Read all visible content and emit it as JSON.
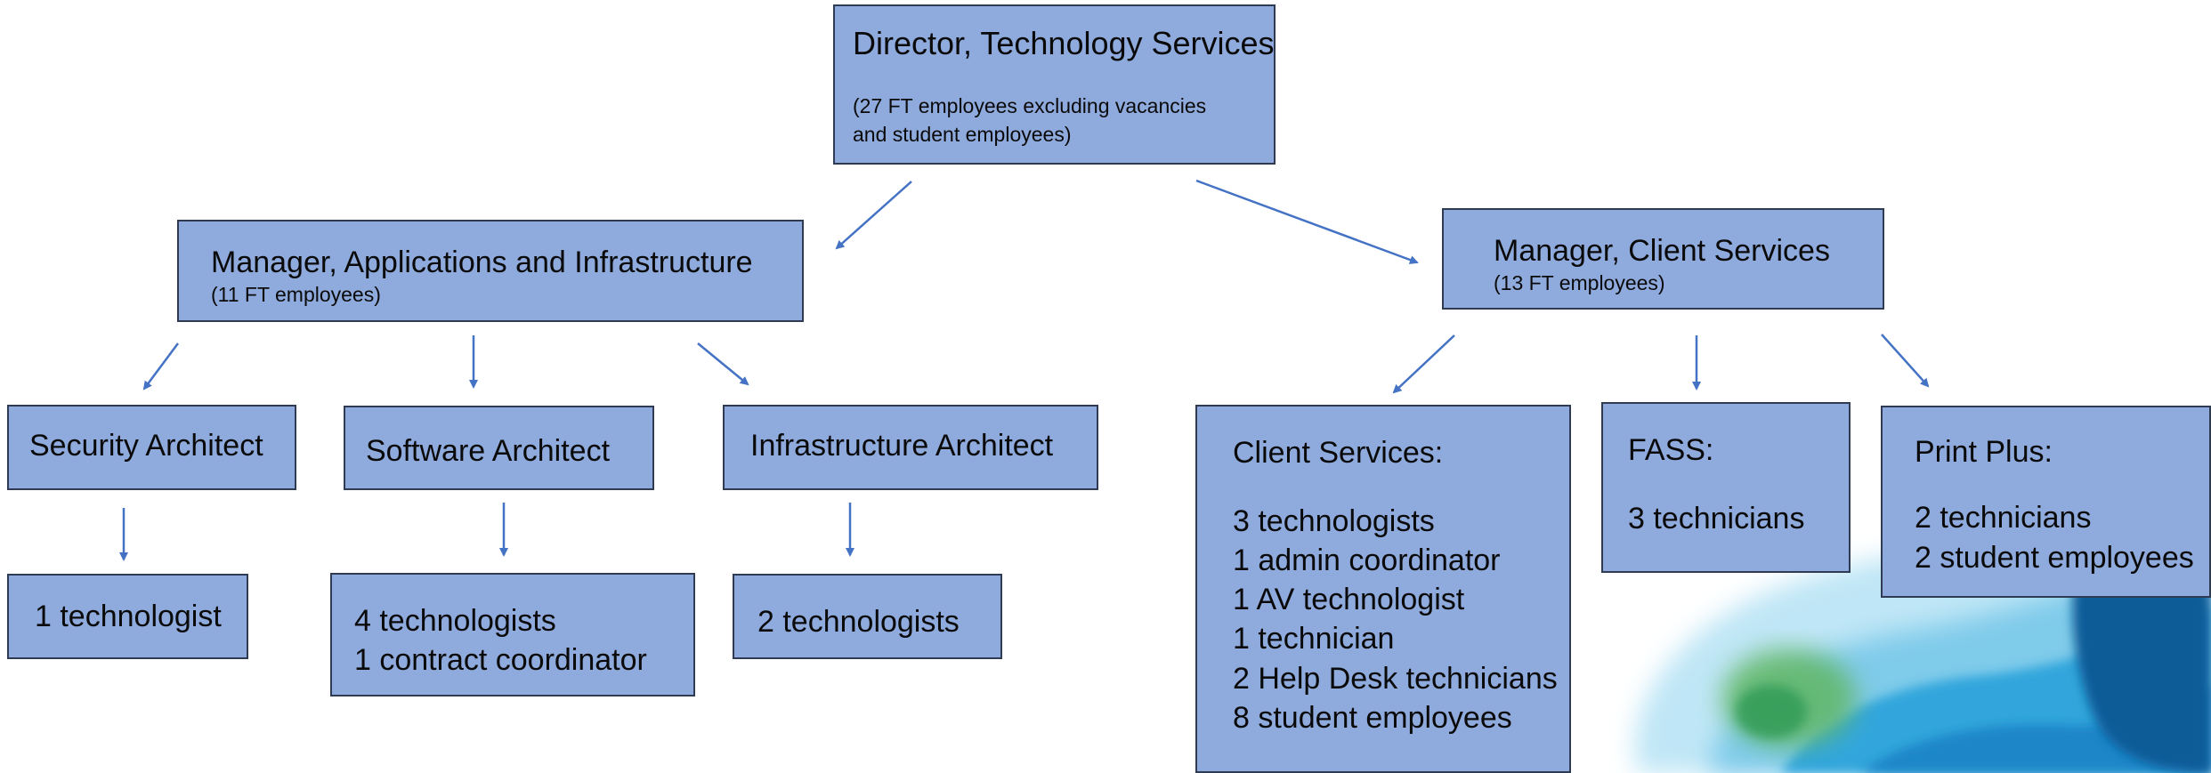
{
  "director": {
    "title": "Director, Technology Services",
    "note1": "(27 FT employees excluding vacancies",
    "note2": "and student employees)"
  },
  "manager_apps": {
    "title": "Manager, Applications and Infrastructure",
    "note": "(11 FT employees)"
  },
  "manager_client": {
    "title": "Manager, Client Services",
    "note": "(13 FT employees)"
  },
  "security": {
    "title": "Security Architect",
    "staff": "1 technologist"
  },
  "software": {
    "title": "Software Architect",
    "staff1": "4 technologists",
    "staff2": "1 contract coordinator"
  },
  "infrastructure": {
    "title": "Infrastructure Architect",
    "staff": "2 technologists"
  },
  "client_services": {
    "title": "Client Services:",
    "items": [
      "3 technologists",
      "1 admin coordinator",
      "1 AV technologist",
      "1 technician",
      "2 Help Desk technicians",
      "8 student employees"
    ]
  },
  "fass": {
    "title": "FASS:",
    "items": [
      "3 technicians"
    ]
  },
  "print_plus": {
    "title": "Print Plus:",
    "items": [
      "2 technicians",
      "2 student employees"
    ]
  },
  "colors": {
    "box_fill": "#8faadc",
    "box_border": "#2f3b52",
    "arrow": "#4472c4"
  }
}
